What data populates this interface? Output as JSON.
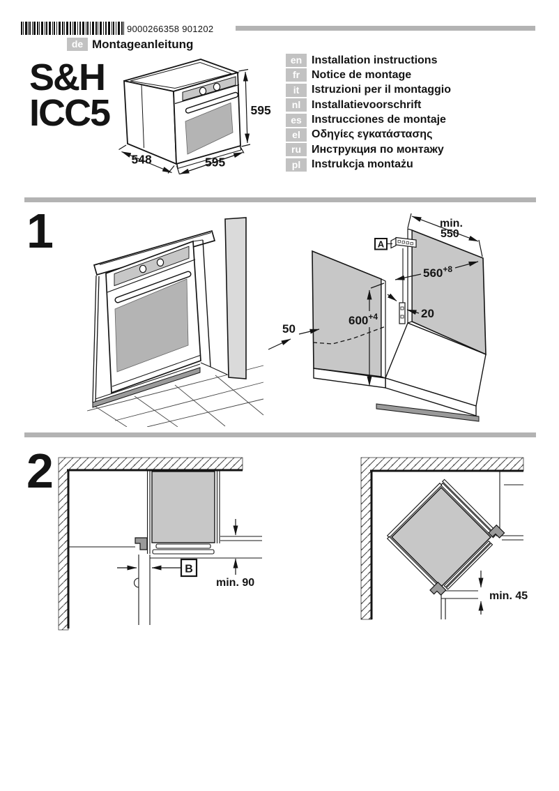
{
  "header": {
    "barcode_text": "9000266358 901202",
    "doc_language": {
      "code": "de",
      "label": "Montageanleitung"
    },
    "model_line1": "S&H",
    "model_line2": "ICC5",
    "oven_dimensions": {
      "height": "595",
      "depth": "548",
      "width": "595"
    },
    "languages": [
      {
        "code": "en",
        "label": "Installation instructions"
      },
      {
        "code": "fr",
        "label": "Notice de montage"
      },
      {
        "code": "it",
        "label": "Istruzioni per il montaggio"
      },
      {
        "code": "nl",
        "label": "Installatievoorschrift"
      },
      {
        "code": "es",
        "label": "Instrucciones de montaje"
      },
      {
        "code": "el",
        "label": "Οδηγίες εγκατάστασης"
      },
      {
        "code": "ru",
        "label": "Инструкция по монтажу"
      },
      {
        "code": "pl",
        "label": "Instrukcja montażu"
      }
    ]
  },
  "step1": {
    "number": "1",
    "labels": {
      "callout_a": "A",
      "min_550_line1": "min.",
      "min_550_line2": "550",
      "width": "560",
      "width_tol": "+8",
      "height": "600",
      "height_tol": "+4",
      "rail_offset": "20",
      "recess": "50"
    }
  },
  "step2": {
    "number": "2",
    "labels": {
      "callout_b": "B",
      "min_front": "min. 90",
      "min_corner": "min. 45"
    }
  },
  "colors": {
    "panel_gray": "#c7c7c7",
    "glass_gray": "#b4b4b4",
    "wall_gray": "#dadada",
    "dark_gray": "#9a9a9a",
    "divider_gray": "#b3b3b3",
    "badge_gray": "#c2c2c2"
  }
}
